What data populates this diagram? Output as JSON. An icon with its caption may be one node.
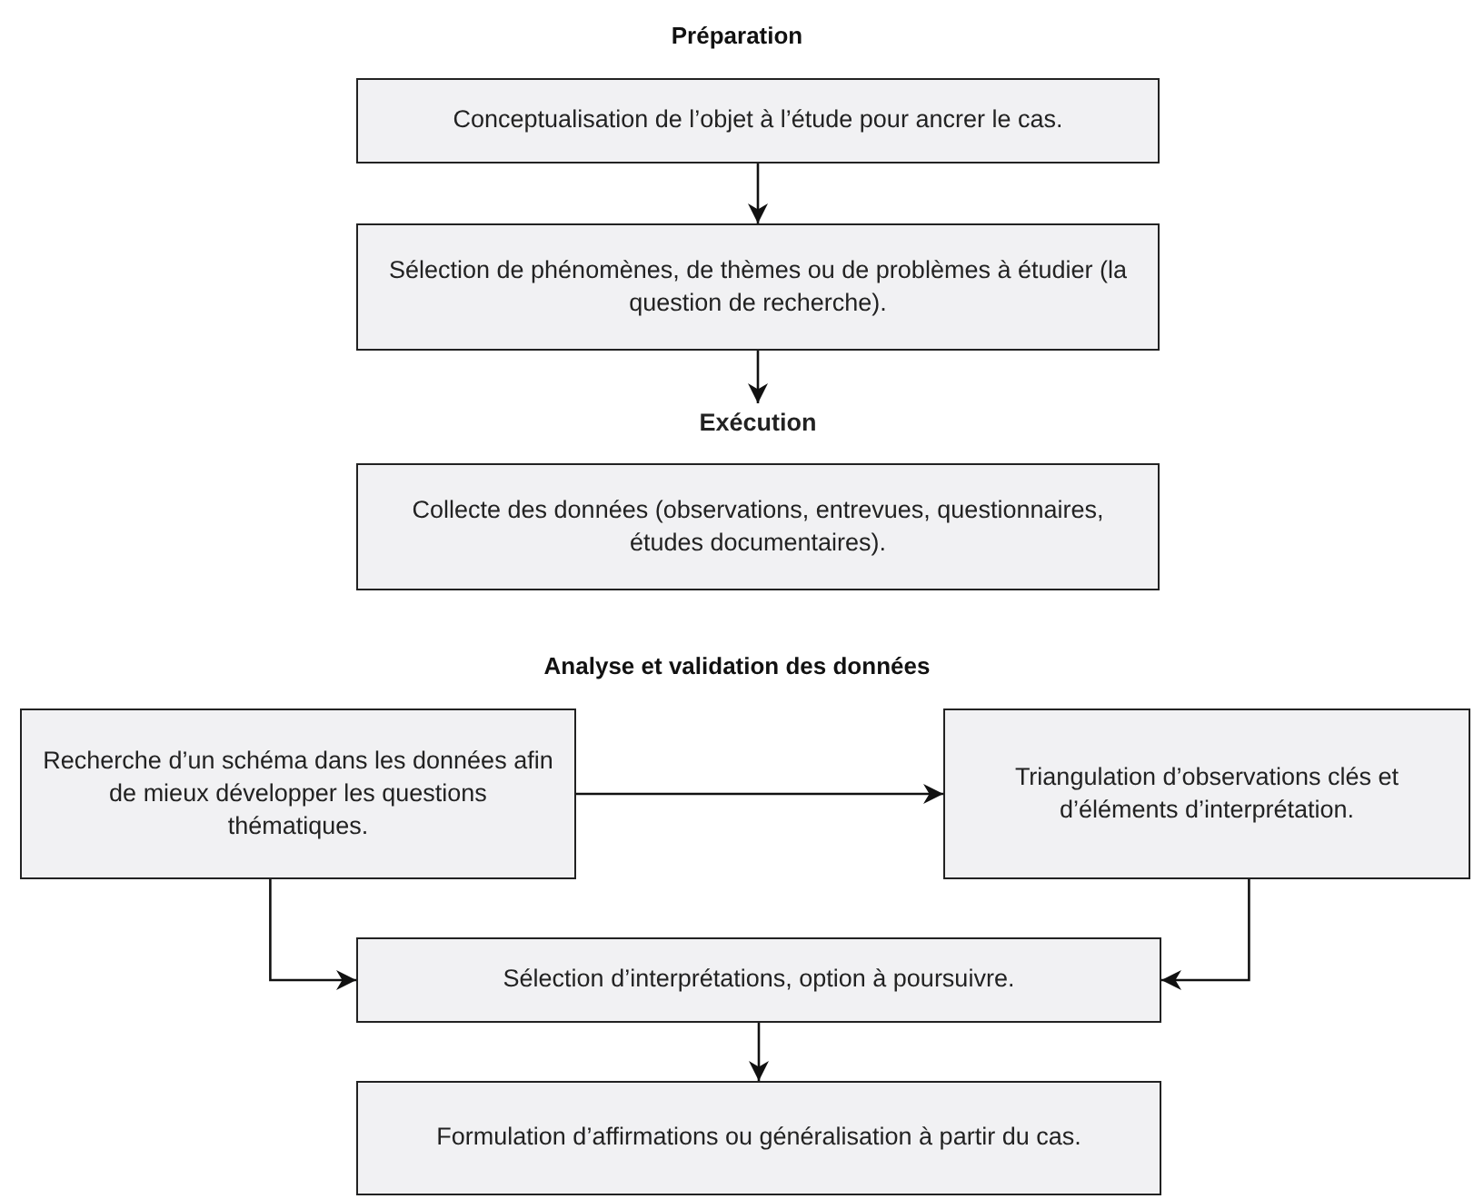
{
  "diagram": {
    "nodes": [
      {
        "text": [
          "Conceptualisation de l’objet à l’étude pour ancrer le cas."
        ]
      },
      {
        "text": [
          "Sélection de phénomènes, de thèmes ou de problèmes à étudier (la question de recherche)."
        ]
      },
      {
        "text": [
          "Exécution"
        ]
      },
      {
        "text": [
          "Collecte des données (observations, entrevues, questionnaires, études documentaires)."
        ]
      },
      {
        "text": [
          "Recherche d’un schéma dans les données afin de mieux développer les questions thématiques."
        ]
      },
      {
        "text": [
          "Triangulation d’observations clés et d’éléments d’interprétation."
        ]
      },
      {
        "text": [
          "Sélection d’interprétations, option à poursuivre."
        ]
      },
      {
        "text": [
          "Formulation d’affirmations ou généralisation à partir du cas."
        ]
      }
    ],
    "edges": [
      {
        "from": 0,
        "to": 1,
        "arrow": "to"
      },
      {
        "from": 1,
        "to": 2,
        "arrow": "to"
      },
      {
        "from": 4,
        "to": 5,
        "arrow": "to"
      },
      {
        "from": 4,
        "to": 6,
        "arrow": "to"
      },
      {
        "from": 5,
        "to": 6,
        "arrow": "to"
      },
      {
        "from": 6,
        "to": 7,
        "arrow": "to"
      }
    ],
    "labels": [
      "Préparation",
      "Analyse et validation des données"
    ]
  }
}
